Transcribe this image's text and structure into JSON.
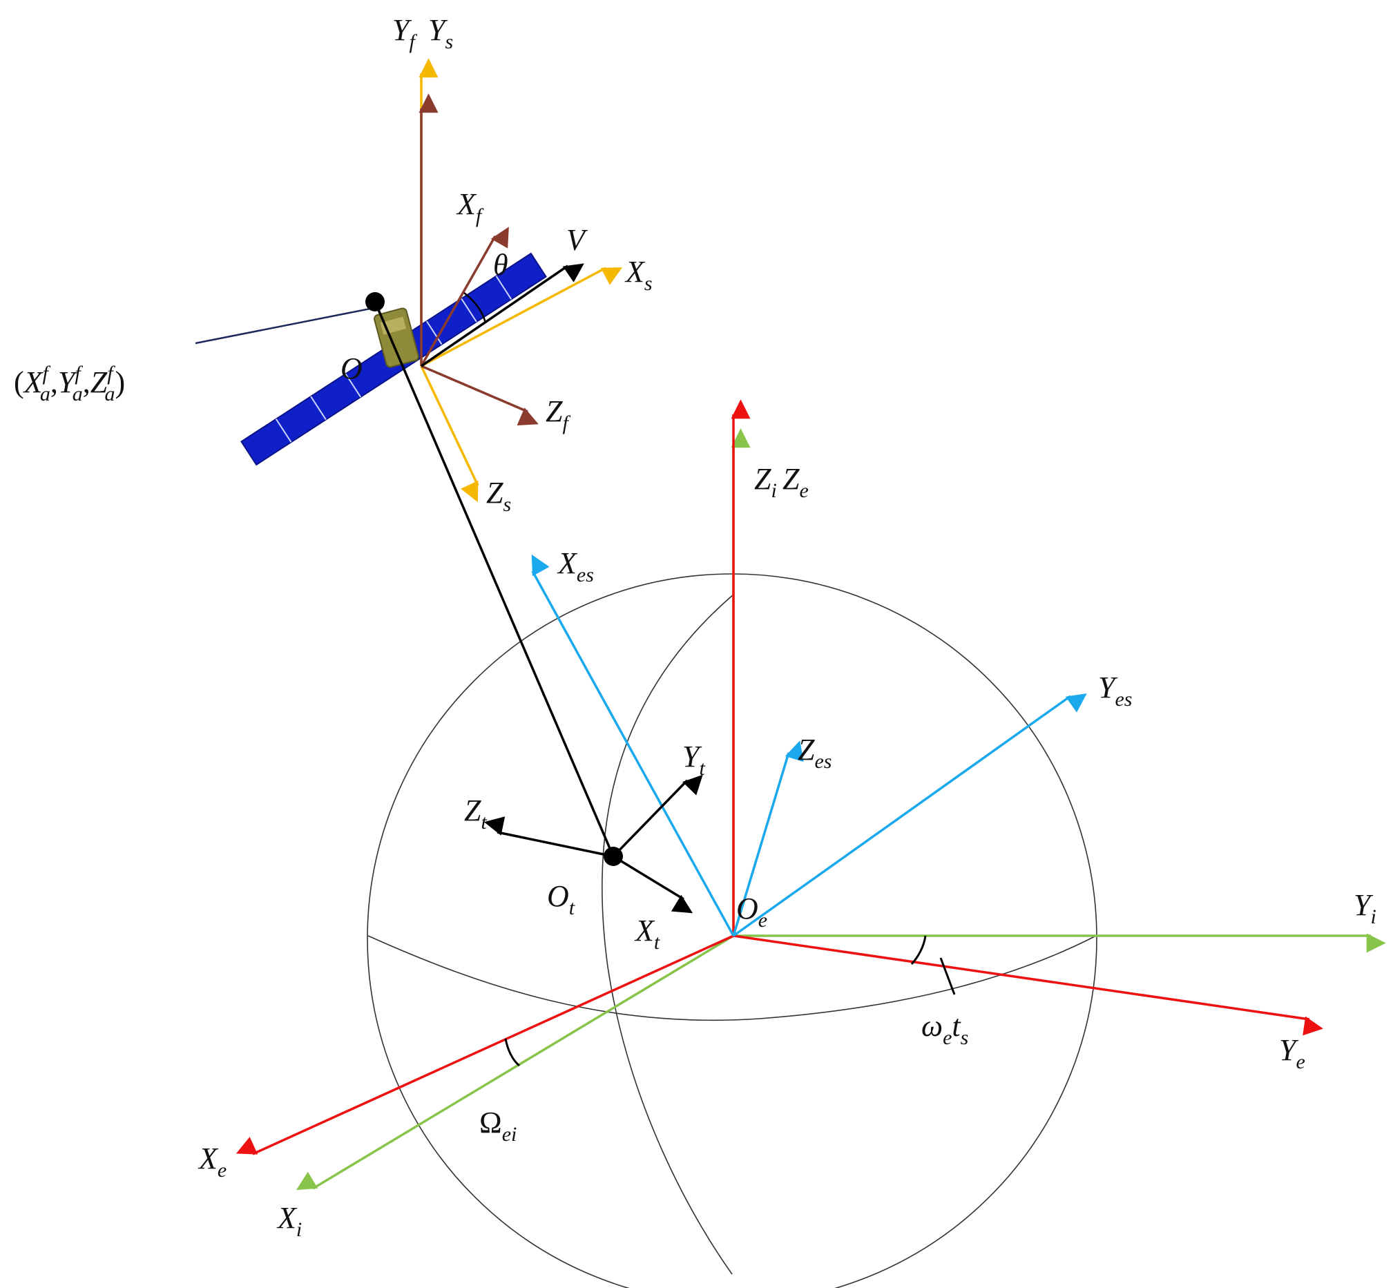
{
  "colors": {
    "earth_fixed": "#ee1111",
    "inertial": "#88c34a",
    "earth_scene": "#1aa9ec",
    "platform": "#8b3a2e",
    "sensor": "#f5b800",
    "target": "#000000",
    "orbit_line": "#1b2a5c",
    "solar_panel": "#1020c8"
  },
  "icons": [
    "satellite-icon"
  ],
  "labels": {
    "yf": "Y",
    "yf_sub": "f",
    "ys": "Y",
    "ys_sub": "s",
    "xf": "X",
    "xf_sub": "f",
    "v": "V",
    "theta": "θ",
    "xs": "X",
    "xs_sub": "s",
    "coord_open": "(",
    "xa": "X",
    "xa_sub": "a",
    "xa_sup": "f",
    "ya": "Y",
    "ya_sub": "a",
    "ya_sup": "f",
    "za": "Z",
    "za_sub": "a",
    "za_sup": "f",
    "comma": ",",
    "coord_close": ")",
    "o": "O",
    "zf": "Z",
    "zf_sub": "f",
    "zs": "Z",
    "zs_sub": "s",
    "zi": "Z",
    "zi_sub": "i",
    "ze": "Z",
    "ze_sub": "e",
    "xes": "X",
    "xes_sub": "es",
    "yes": "Y",
    "yes_sub": "es",
    "zes": "Z",
    "zes_sub": "es",
    "yt": "Y",
    "yt_sub": "t",
    "zt": "Z",
    "zt_sub": "t",
    "ot": "O",
    "ot_sub": "t",
    "xt": "X",
    "xt_sub": "t",
    "oe": "O",
    "oe_sub": "e",
    "yi": "Y",
    "yi_sub": "i",
    "ye": "Y",
    "ye_sub": "e",
    "omega_e": "ω",
    "omega_e_sub": "e",
    "t_s": "t",
    "t_s_sub": "s",
    "omega_ei": "Ω",
    "omega_ei_sub": "ei",
    "xe": "X",
    "xe_sub": "e",
    "xi": "X",
    "xi_sub": "i"
  }
}
